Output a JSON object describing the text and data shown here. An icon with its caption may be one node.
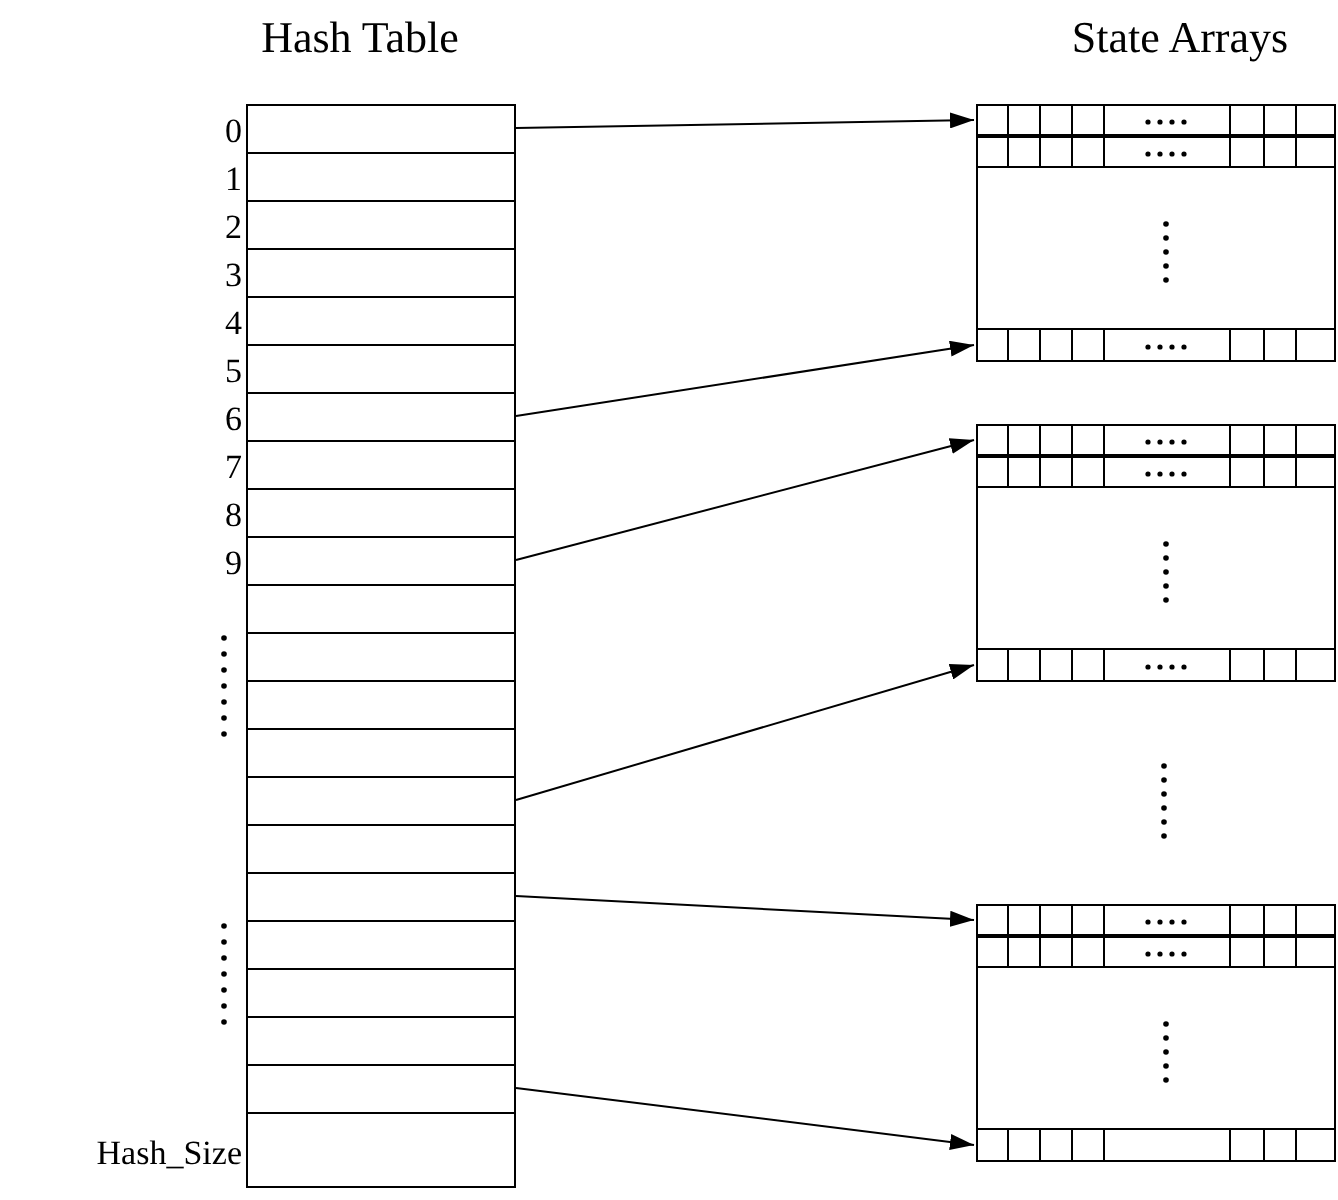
{
  "diagram": {
    "nodes": [
      {
        "text": [],
        "shape": "box"
      },
      {
        "text": [],
        "shape": "box",
        "in": 0,
        "beside": [
          "0"
        ]
      },
      {
        "text": [],
        "shape": "box",
        "in": 0,
        "beside": [
          "1"
        ]
      },
      {
        "text": [],
        "shape": "box",
        "in": 0,
        "beside": [
          "2"
        ]
      },
      {
        "text": [],
        "shape": "box",
        "in": 0,
        "beside": [
          "3"
        ]
      },
      {
        "text": [],
        "shape": "box",
        "in": 0,
        "beside": [
          "4"
        ]
      },
      {
        "text": [],
        "shape": "box",
        "in": 0,
        "beside": [
          "5"
        ]
      },
      {
        "text": [],
        "shape": "box",
        "in": 0,
        "beside": [
          "6"
        ]
      },
      {
        "text": [],
        "shape": "box",
        "in": 0,
        "beside": [
          "7"
        ]
      },
      {
        "text": [],
        "shape": "box",
        "in": 0,
        "beside": [
          "8"
        ]
      },
      {
        "text": [],
        "shape": "box",
        "in": 0,
        "beside": [
          "9"
        ]
      },
      {
        "text": [],
        "shape": "box",
        "in": 0
      },
      {
        "text": [],
        "shape": "box",
        "in": 0
      },
      {
        "text": [],
        "shape": "box",
        "in": 0
      },
      {
        "text": [],
        "shape": "box",
        "in": 0
      },
      {
        "text": [],
        "shape": "box",
        "in": 0
      },
      {
        "text": [],
        "shape": "box",
        "in": 0
      },
      {
        "text": [],
        "shape": "box",
        "in": 0
      },
      {
        "text": [],
        "shape": "box",
        "in": 0
      },
      {
        "text": [],
        "shape": "box",
        "in": 0
      },
      {
        "text": [],
        "shape": "box",
        "in": 0
      },
      {
        "text": [],
        "shape": "box",
        "in": 0
      },
      {
        "text": [],
        "shape": "box",
        "in": 0,
        "beside": [
          "Hash_Size"
        ]
      },
      {
        "text": [],
        "shape": "box"
      },
      {
        "text": [],
        "shape": "bar",
        "in": 23
      },
      {
        "text": [],
        "shape": "bar",
        "in": 23
      },
      {
        "text": [],
        "shape": "bar",
        "in": 23
      },
      {
        "text": [],
        "shape": "box"
      },
      {
        "text": [],
        "shape": "bar",
        "in": 27
      },
      {
        "text": [],
        "shape": "bar",
        "in": 27
      },
      {
        "text": [],
        "shape": "bar",
        "in": 27
      },
      {
        "text": [],
        "shape": "box"
      },
      {
        "text": [],
        "shape": "bar",
        "in": 31
      },
      {
        "text": [],
        "shape": "bar",
        "in": 31
      },
      {
        "text": [],
        "shape": "bar",
        "in": 31
      }
    ],
    "edges": [
      {
        "from": 1,
        "to": 24,
        "arrow": "to"
      },
      {
        "from": 7,
        "to": 26,
        "arrow": "to"
      },
      {
        "from": 10,
        "to": 28,
        "arrow": "to"
      },
      {
        "from": 15,
        "to": 30,
        "arrow": "to"
      },
      {
        "from": 17,
        "to": 32,
        "arrow": "to"
      },
      {
        "from": 21,
        "to": 34,
        "arrow": "to"
      }
    ],
    "labels": [
      "Hash Table",
      "State Arrays"
    ]
  }
}
